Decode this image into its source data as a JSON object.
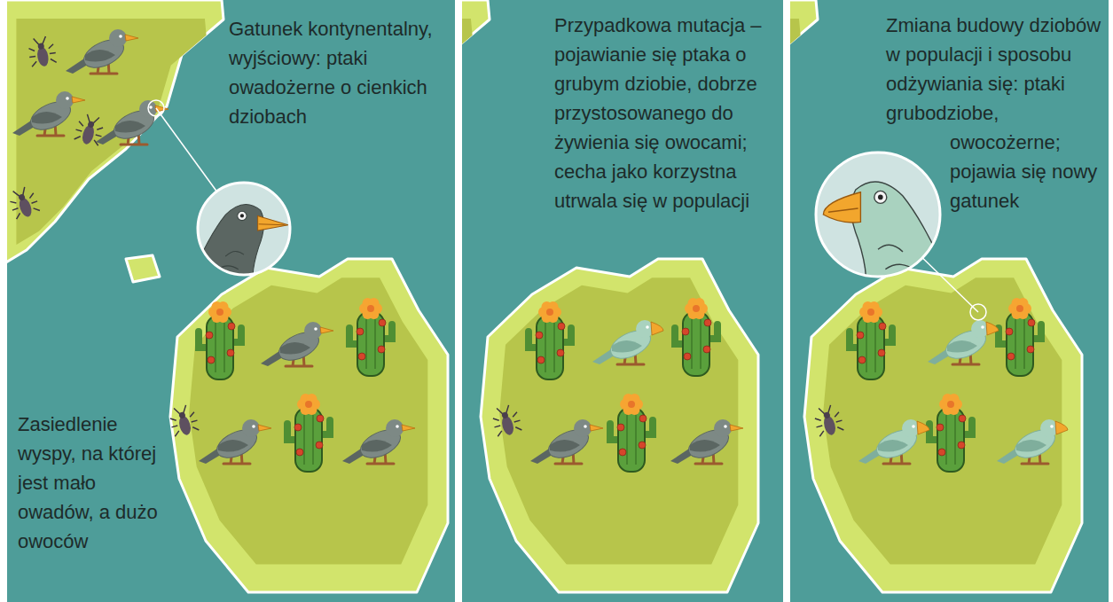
{
  "diagram": {
    "nodes": [
      {
        "text": [
          "Gatunek kontynentalny, wyjściowy: ptaki owadożerne o cienkich dziobach",
          "Zasiedlenie wyspy, na której jest mało owadów, a dużo owoców"
        ]
      },
      {
        "text": [
          "Przypadkowa mutacja – pojawianie się ptaka o grubym dziobie, dobrze przystosowanego do żywienia się owocami; cecha jako korzystna utrwala się w populacji"
        ]
      },
      {
        "text": [
          "Zmiana budowy dziobów w populacji i sposobu odżywiania się: ptaki grubodziobe, owocożerne; pojawia się nowy gatunek"
        ]
      }
    ]
  }
}
